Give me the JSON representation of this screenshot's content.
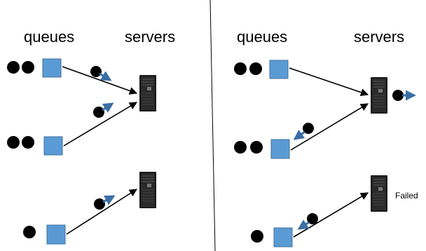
{
  "panels": [
    {
      "queue_header": "queues",
      "server_header": "servers",
      "queues": [
        {
          "jobs_waiting": 2
        },
        {
          "jobs_waiting": 2
        },
        {
          "jobs_waiting": 1
        }
      ],
      "servers": [
        {
          "status": ""
        },
        {
          "status": ""
        }
      ]
    },
    {
      "queue_header": "queues",
      "server_header": "servers",
      "queues": [
        {
          "jobs_waiting": 2
        },
        {
          "jobs_waiting": 2
        },
        {
          "jobs_waiting": 1
        }
      ],
      "servers": [
        {
          "status": ""
        },
        {
          "status": "Failed"
        }
      ]
    }
  ],
  "colors": {
    "queue_box": "#5b9bd5",
    "queue_box_border": "#41719c",
    "job": "#000000",
    "arrow_head": "#3a6ea5",
    "server_body": "#1a1a1a"
  }
}
